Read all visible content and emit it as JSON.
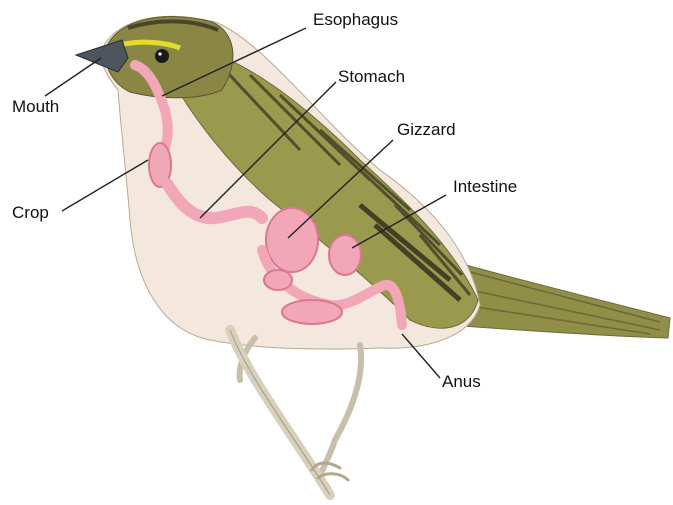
{
  "labels": {
    "esophagus": "Esophagus",
    "stomach": "Stomach",
    "gizzard": "Gizzard",
    "intestine": "Intestine",
    "anus": "Anus",
    "mouth": "Mouth",
    "crop": "Crop"
  },
  "colors": {
    "plumage_olive": "#9a9a4e",
    "plumage_dark": "#6e6a3c",
    "plumage_streak": "#3a3523",
    "breast": "#f3e7de",
    "organs": "#f2a7b8",
    "organ_outline": "#d9788f",
    "beak": "#4e555c",
    "eye_stripe": "#e3dc2c",
    "legs": "#c8bfaa",
    "branch": "#d8d0bd",
    "leader_lines": "#222222"
  }
}
